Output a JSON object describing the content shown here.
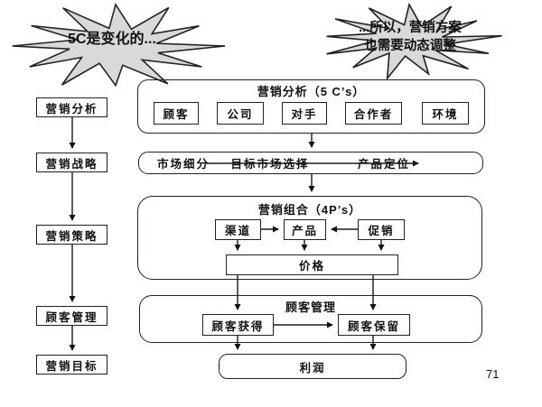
{
  "page": {
    "number": "71"
  },
  "callouts": {
    "left": "5C是变化的...",
    "right_line1": "...所以，营销方案",
    "right_line2": "也需要动态调整"
  },
  "left_column": [
    "营销分析",
    "营销战略",
    "营销策略",
    "顾客管理",
    "营销目标"
  ],
  "analysis": {
    "title": "营销分析（5 C’s）",
    "boxes": [
      "顾客",
      "公司",
      "对手",
      "合作者",
      "环境"
    ]
  },
  "strategy": {
    "boxes": [
      "市场细分",
      "目标市场选择",
      "产品定位"
    ]
  },
  "mix": {
    "title": "营销组合（4P’s）",
    "channel": "渠道",
    "product": "产品",
    "promotion": "促销",
    "price": "价格"
  },
  "customer": {
    "title": "顾客管理",
    "acquire": "顾客获得",
    "retain": "顾客保留"
  },
  "profit": "利润",
  "colors": {
    "burst_fill": "#d9d9d9",
    "burst_stroke": "#222222",
    "line": "#1a1a1a"
  }
}
